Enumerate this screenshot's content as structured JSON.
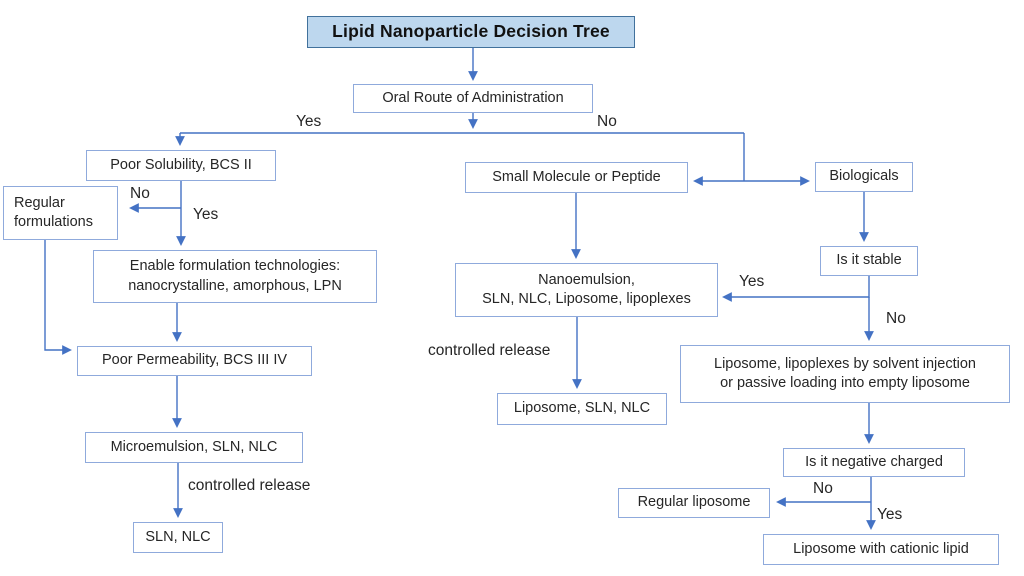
{
  "colors": {
    "connector": "#4472C4",
    "box_border": "#8FAADC",
    "title_bg": "#BDD7EE",
    "title_border": "#41719C",
    "text": "#262626"
  },
  "diagram": {
    "nodes": {
      "title": {
        "label": "Lipid Nanoparticle Decision Tree"
      },
      "oral_route": {
        "label": "Oral Route of Administration"
      },
      "poor_solubility": {
        "label": "Poor Solubility, BCS II"
      },
      "regular_formulations": {
        "label": "Regular\nformulations"
      },
      "enable_tech": {
        "label": "Enable formulation technologies:\nnanocrystalline, amorphous, LPN"
      },
      "poor_permeability": {
        "label": "Poor Permeability, BCS III IV"
      },
      "microemulsion": {
        "label": "Microemulsion, SLN, NLC"
      },
      "sln_nlc": {
        "label": "SLN, NLC"
      },
      "small_molecule": {
        "label": "Small Molecule or Peptide"
      },
      "nanoemulsion": {
        "label": "Nanoemulsion,\nSLN, NLC, Liposome, lipoplexes"
      },
      "liposome_sln_nlc": {
        "label": "Liposome, SLN, NLC"
      },
      "biologicals": {
        "label": "Biologicals"
      },
      "is_it_stable": {
        "label": "Is it stable"
      },
      "liposome_solvent": {
        "label": "Liposome, lipoplexes by solvent injection\nor passive loading into empty liposome"
      },
      "negative_charged": {
        "label": "Is it negative charged"
      },
      "regular_liposome": {
        "label": "Regular liposome"
      },
      "cationic_lipid": {
        "label": "Liposome with cationic lipid"
      }
    },
    "edge_labels": {
      "yes_left": "Yes",
      "no_right": "No",
      "no_solubility": "No",
      "yes_solubility": "Yes",
      "yes_stable": "Yes",
      "no_stable": "No",
      "controlled_release_mid": "controlled release",
      "controlled_release_left": "controlled release",
      "no_charged": "No",
      "yes_charged": "Yes"
    }
  }
}
